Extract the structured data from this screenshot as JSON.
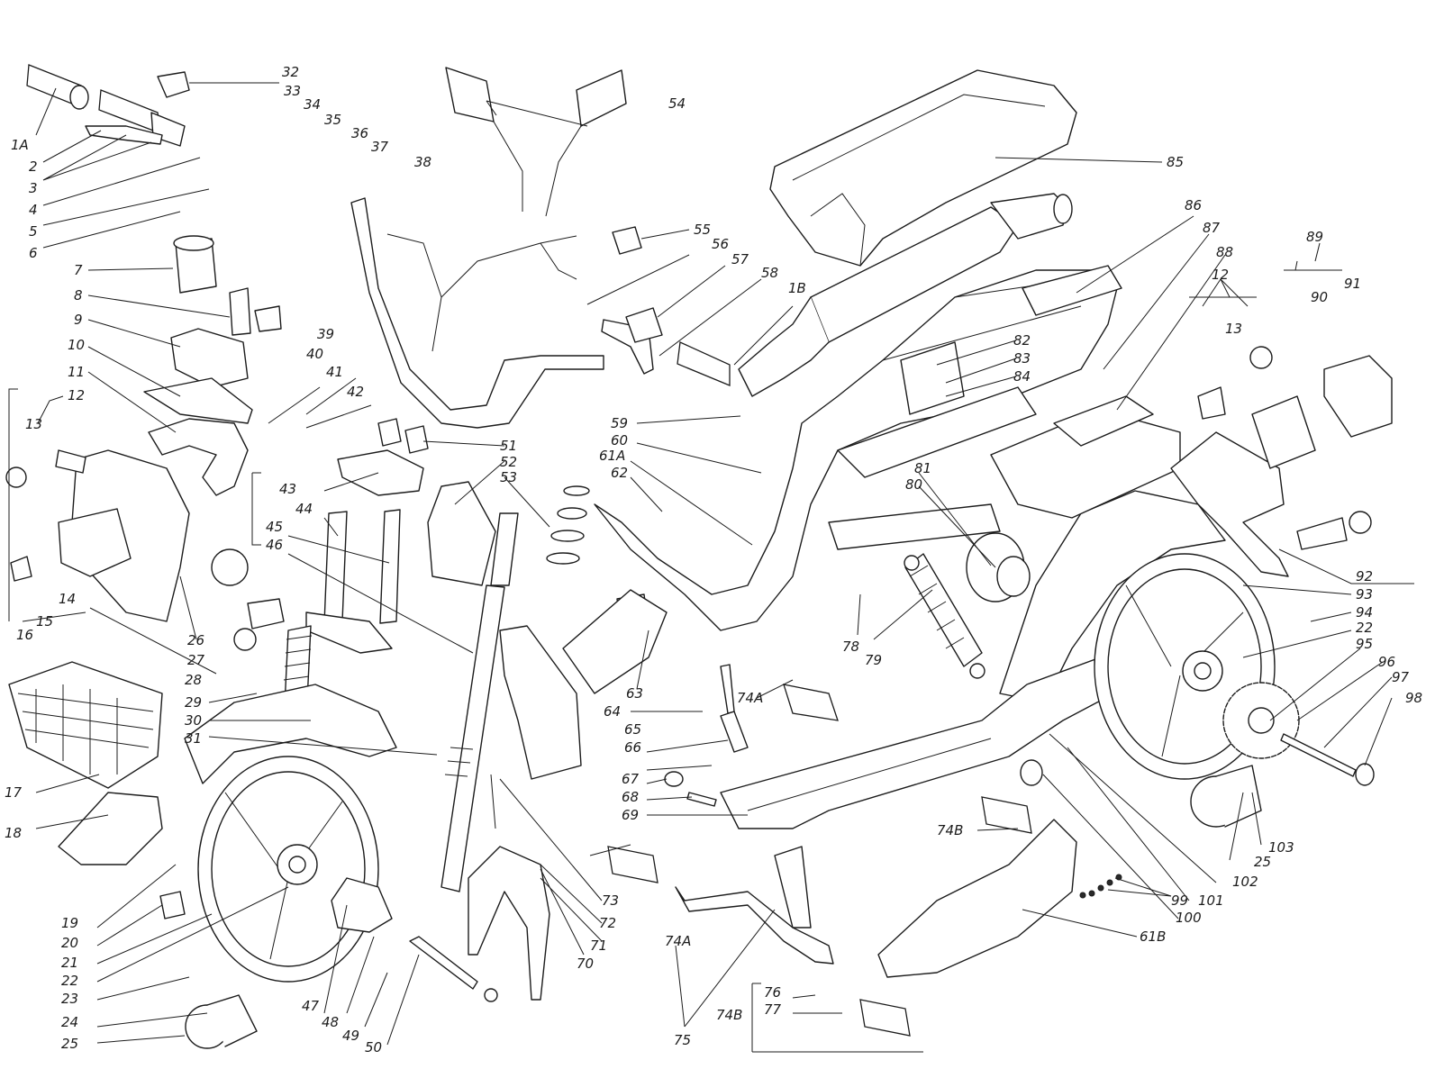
{
  "labels": [
    "1A",
    "2",
    "3",
    "4",
    "5",
    "6",
    "7",
    "8",
    "9",
    "10",
    "11",
    "12",
    "13",
    "14",
    "15",
    "16",
    "17",
    "18",
    "19",
    "20",
    "21",
    "22",
    "23",
    "24",
    "25",
    "26",
    "27",
    "28",
    "29",
    "30",
    "31",
    "32",
    "33",
    "34",
    "35",
    "36",
    "37",
    "38",
    "39",
    "40",
    "41",
    "42",
    "43",
    "44",
    "45",
    "46",
    "47",
    "48",
    "49",
    "50",
    "51",
    "52",
    "53",
    "54",
    "55",
    "56",
    "57",
    "58",
    "1B",
    "59",
    "60",
    "61A",
    "62",
    "63",
    "64",
    "65",
    "66",
    "67",
    "68",
    "69",
    "70",
    "71",
    "72",
    "73",
    "74A",
    "74B",
    "75",
    "76",
    "77",
    "78",
    "79",
    "80",
    "81",
    "82",
    "83",
    "84",
    "85",
    "86",
    "87",
    "88",
    "89",
    "90",
    "91",
    "92",
    "93",
    "94",
    "95",
    "96",
    "97",
    "98",
    "99",
    "100",
    "101",
    "102",
    "103",
    "61B"
  ],
  "colors": {
    "line": "#1c1c1c",
    "background": "#ffffff"
  }
}
